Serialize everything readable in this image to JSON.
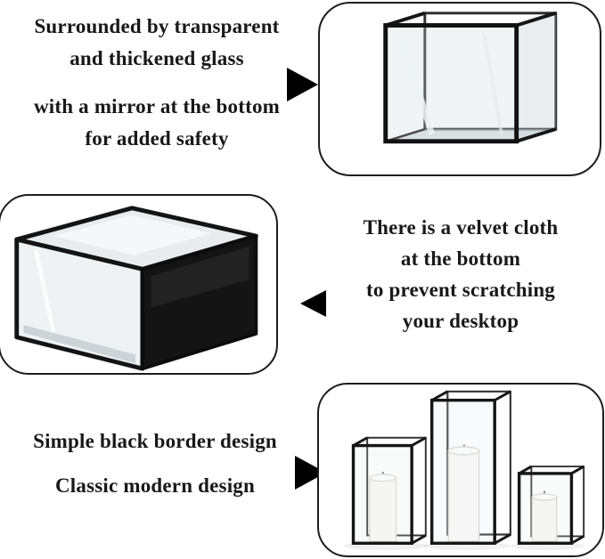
{
  "sections": {
    "glass": {
      "line1": "Surrounded by transparent",
      "line2": "and thickened glass",
      "line3": "with a mirror at the bottom",
      "line4": "for added safety"
    },
    "velvet": {
      "line1": "There is a velvet cloth",
      "line2": "at the bottom",
      "line3": "to prevent scratching",
      "line4": "your desktop"
    },
    "design": {
      "line1": "Simple black border design",
      "line2": "Classic modern design"
    }
  },
  "photos": {
    "top_right": "glass-cube-lantern-photo",
    "middle_left": "black-velvet-cube-photo",
    "bottom_right": "three-candle-holders-photo"
  },
  "colors": {
    "text": "#191919",
    "arrow": "#000000",
    "frame": "#141414",
    "photo_border": "#1d1d1d",
    "background": "#ffffff"
  }
}
